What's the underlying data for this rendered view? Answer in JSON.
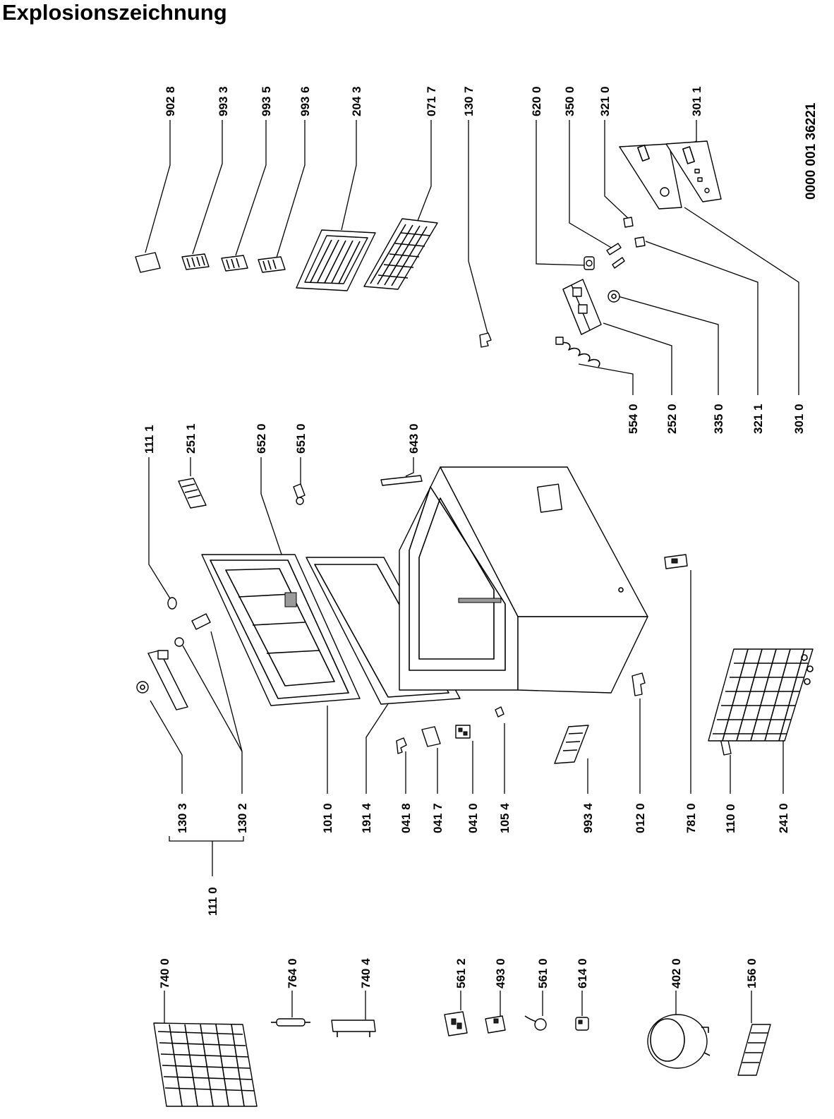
{
  "title": "Explosionszeichnung",
  "document_number": "0000 001 36221",
  "parts": [
    {
      "id": "902 8"
    },
    {
      "id": "993 3"
    },
    {
      "id": "993 5"
    },
    {
      "id": "993 6"
    },
    {
      "id": "204 3"
    },
    {
      "id": "071 7"
    },
    {
      "id": "130 7"
    },
    {
      "id": "620 0"
    },
    {
      "id": "350 0"
    },
    {
      "id": "321 0"
    },
    {
      "id": "301 1"
    },
    {
      "id": "554 0"
    },
    {
      "id": "252 0"
    },
    {
      "id": "335 0"
    },
    {
      "id": "321 1"
    },
    {
      "id": "301 0"
    },
    {
      "id": "111 1"
    },
    {
      "id": "251 1"
    },
    {
      "id": "652 0"
    },
    {
      "id": "651 0"
    },
    {
      "id": "643 0"
    },
    {
      "id": "130 3"
    },
    {
      "id": "130 2"
    },
    {
      "id": "101 0"
    },
    {
      "id": "191 4"
    },
    {
      "id": "041 8"
    },
    {
      "id": "041 7"
    },
    {
      "id": "041 0"
    },
    {
      "id": "105 4"
    },
    {
      "id": "993 4"
    },
    {
      "id": "012 0"
    },
    {
      "id": "781 0"
    },
    {
      "id": "110 0"
    },
    {
      "id": "241 0"
    },
    {
      "id": "111 0"
    },
    {
      "id": "740 0"
    },
    {
      "id": "764 0"
    },
    {
      "id": "740 4"
    },
    {
      "id": "561 2"
    },
    {
      "id": "493 0"
    },
    {
      "id": "561 0"
    },
    {
      "id": "614 0"
    },
    {
      "id": "402 0"
    },
    {
      "id": "156 0"
    }
  ]
}
